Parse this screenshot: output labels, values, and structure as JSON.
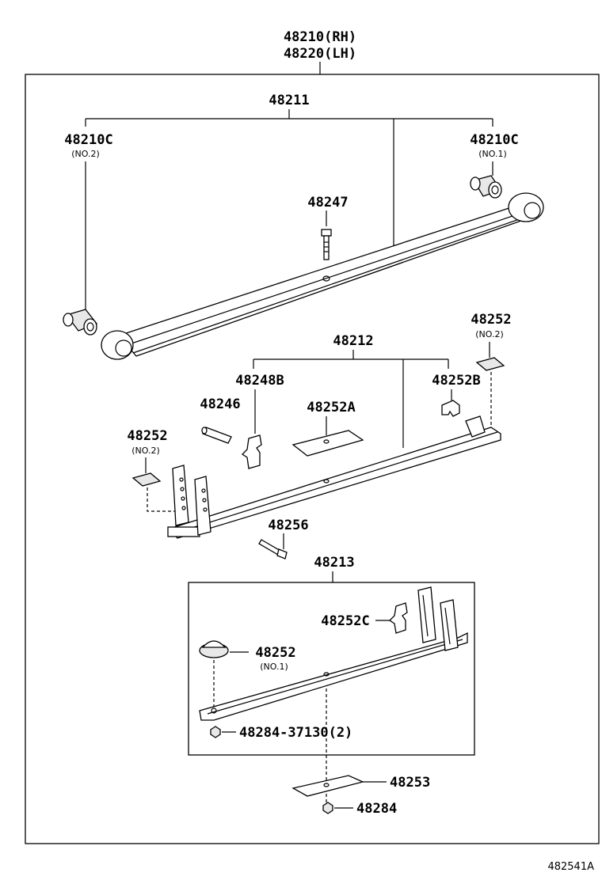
{
  "assembly": {
    "rh": "48210(RH)",
    "lh": "48220(LH)"
  },
  "labels": {
    "p48211": "48211",
    "p48210c_left": "48210C",
    "p48210c_left_sub": "(NO.2)",
    "p48210c_right": "48210C",
    "p48210c_right_sub": "(NO.1)",
    "p48247": "48247",
    "p48252_top": "48252",
    "p48252_top_sub": "(NO.2)",
    "p48212": "48212",
    "p48248b": "48248B",
    "p48252b": "48252B",
    "p48246": "48246",
    "p48252a": "48252A",
    "p48252_left": "48252",
    "p48252_left_sub": "(NO.2)",
    "p48256": "48256",
    "p48213": "48213",
    "p48252c": "48252C",
    "p48252_no1": "48252",
    "p48252_no1_sub": "(NO.1)",
    "p48284_37130": "48284-37130(2)",
    "p48253": "48253",
    "p48284": "48284"
  },
  "reference": "482541A"
}
